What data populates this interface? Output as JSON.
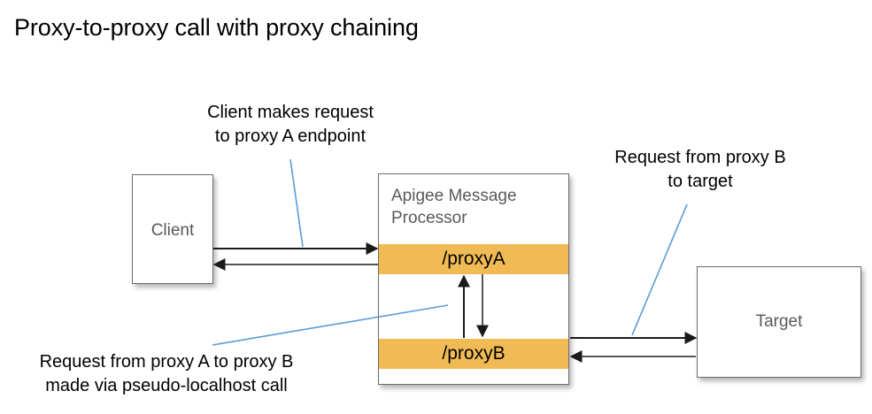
{
  "diagram": {
    "title": "Proxy-to-proxy call with proxy chaining",
    "colors": {
      "band_orange": "#f0bb54",
      "box_border": "#6b6b6b",
      "box_label_gray": "#595959",
      "leader_blue": "#5b9bd5",
      "arrow_black": "#1a1a1a",
      "background": "#ffffff"
    },
    "nodes": {
      "client": {
        "label": "Client"
      },
      "message_processor": {
        "label": "Apigee Message\nProcessor",
        "bands": [
          {
            "label": "/proxyA"
          },
          {
            "label": "/proxyB"
          }
        ]
      },
      "target": {
        "label": "Target"
      }
    },
    "annotations": [
      {
        "id": "client-request",
        "text": "Client makes request\nto proxy A endpoint"
      },
      {
        "id": "proxyb-to-target",
        "text": "Request from proxy B\nto target"
      },
      {
        "id": "proxy-chain",
        "text": "Request from proxy A to proxy B\nmade via pseudo-localhost call"
      }
    ],
    "arrows": [
      {
        "id": "client-to-proxya",
        "direction": "right"
      },
      {
        "id": "proxya-to-client",
        "direction": "left"
      },
      {
        "id": "proxyb-to-proxya",
        "direction": "up"
      },
      {
        "id": "proxya-to-proxyb",
        "direction": "down"
      },
      {
        "id": "proxyb-to-target",
        "direction": "right"
      },
      {
        "id": "target-to-proxyb",
        "direction": "left"
      }
    ]
  }
}
